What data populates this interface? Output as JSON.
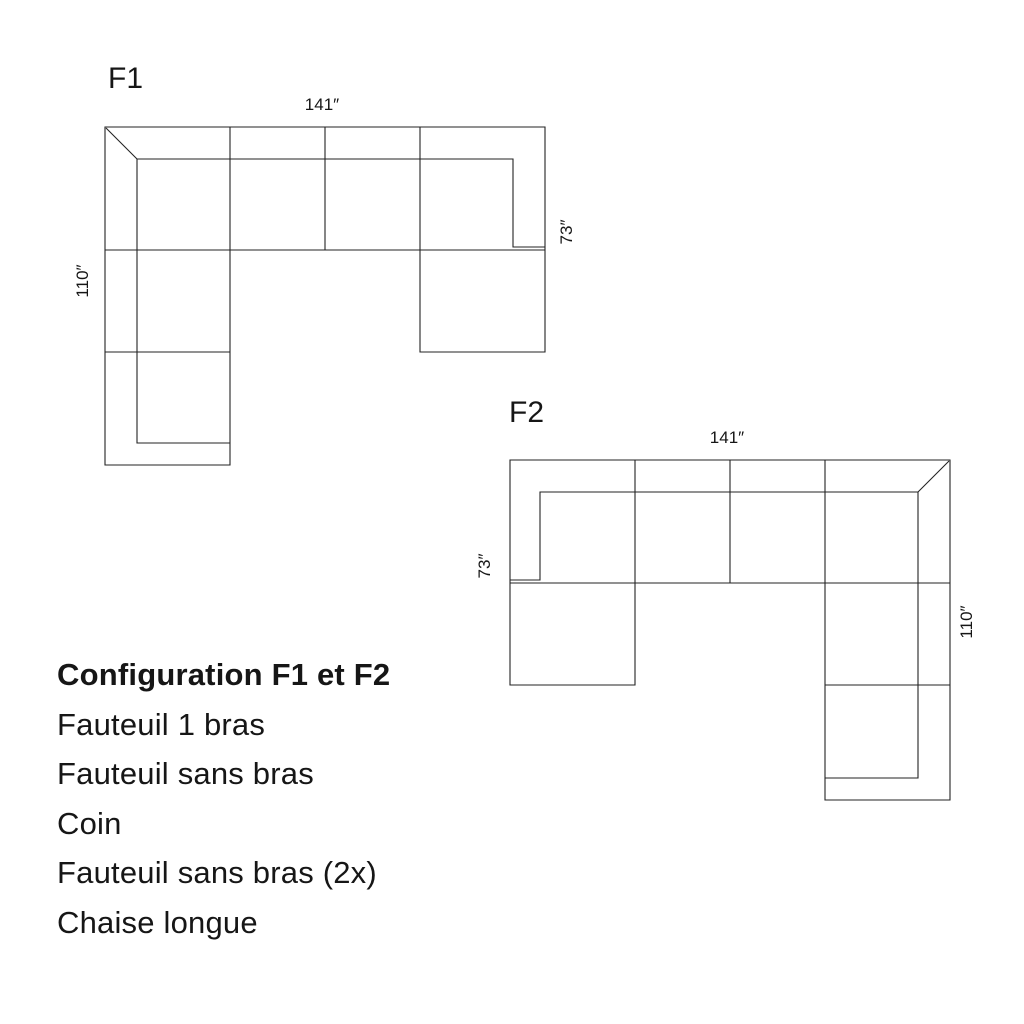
{
  "page": {
    "background_color": "#ffffff",
    "line_color": "#232323",
    "text_color": "#161616"
  },
  "f1": {
    "label": "F1",
    "dim_top": "141″",
    "dim_left": "110″",
    "dim_right": "73″"
  },
  "f2": {
    "label": "F2",
    "dim_top": "141″",
    "dim_left": "73″",
    "dim_right": "110″"
  },
  "legend": {
    "title": "Configuration F1 et F2",
    "items": [
      "Fauteuil 1 bras",
      "Fauteuil sans bras",
      "Coin",
      "Fauteuil sans bras (2x)",
      "Chaise longue"
    ]
  }
}
